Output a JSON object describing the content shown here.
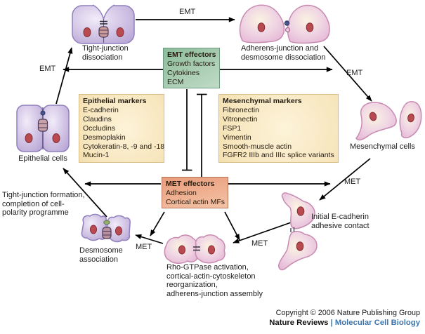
{
  "figure": {
    "nodes": {
      "tight_junction": {
        "label": "Tight-junction\ndissociation"
      },
      "adherens": {
        "label": "Adherens-junction and\ndesmosome dissociation"
      },
      "epithelial": {
        "label": "Epithelial cells"
      },
      "mesenchymal": {
        "label": "Mesenchymal cells"
      },
      "tight_junction_formation": {
        "label": "Tight-junction formation,\ncompletion of cell-\npolarity programme"
      },
      "desmosome": {
        "label": "Desmosome\nassociation"
      },
      "rho": {
        "label": "Rho-GTPase activation,\ncortical-actin-cytoskeleton\nreorganization,\nadherens-junction assembly"
      },
      "ecadherin": {
        "label": "Initial E-cadherin\nadhesive contact"
      }
    },
    "boxes": {
      "emt_effectors": {
        "title": "EMT effectors",
        "items": [
          "Growth factors",
          "Cytokines",
          "ECM"
        ]
      },
      "epithelial_markers": {
        "title": "Epithelial markers",
        "items": [
          "E-cadherin",
          "Claudins",
          "Occludins",
          "Desmoplakin",
          "Cytokeratin-8, -9 and -18",
          "Mucin-1"
        ]
      },
      "mesenchymal_markers": {
        "title": "Mesenchymal markers",
        "items": [
          "Fibronectin",
          "Vitronectin",
          "FSP1",
          "Vimentin",
          "Smooth-muscle actin",
          "FGFR2 IIIb and IIIc splice variants"
        ]
      },
      "met_effectors": {
        "title": "MET effectors",
        "items": [
          "Adhesion",
          "Cortical actin MFs"
        ]
      }
    },
    "arrow_labels": {
      "emt_top": "EMT",
      "emt_left": "EMT",
      "emt_right": "EMT",
      "met_to_ecadherin": "MET",
      "met_rho_to_desmosome": "MET",
      "met_ecadherin_to_rho": "MET"
    },
    "footer": {
      "copyright": "Copyright © 2006 Nature Publishing Group",
      "journal": "Nature Reviews",
      "separator": "|",
      "section": "Molecular Cell Biology"
    },
    "colors": {
      "emt_effectors_box": "#9cc5a9",
      "markers_box": "#f8e9c4",
      "met_effectors_box": "#efab8c",
      "epithelial_cell": "#c6b4de",
      "mesenchymal_cell": "#ecc6dd",
      "nucleus": "#b5484e",
      "arrow": "#000000",
      "footer_accent": "#3f75ad"
    }
  }
}
